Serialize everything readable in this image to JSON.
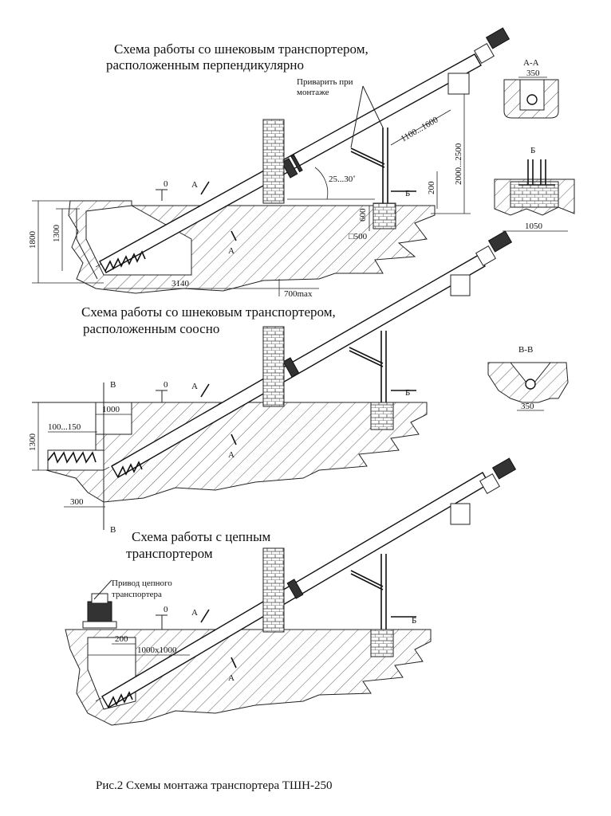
{
  "titles": {
    "scheme1_line1": "Схема работы со шнековым транспортером,",
    "scheme1_line2": "расположенным перпендикулярно",
    "scheme2_line1": "Схема работы со шнековым транспортером,",
    "scheme2_line2": "расположенным соосно",
    "scheme3_line1": "Схема работы с цепным",
    "scheme3_line2": "транспортером"
  },
  "notes": {
    "weld_line1": "Приварить при",
    "weld_line2": "монтаже",
    "drive_line1": "Привод цепного",
    "drive_line2": "транспортера"
  },
  "dimensions": {
    "d_1800": "1800",
    "d_1300": "1300",
    "d_3140": "3140",
    "d_700max": "700max",
    "d_600": "600",
    "d_500": "□500",
    "d_200": "200",
    "d_2000_2500": "2000...2500",
    "d_1100_1600": "1100...1600",
    "d_angle": "25...30˚",
    "d_350_aa": "350",
    "d_1050": "1050",
    "d_1300_b": "1300",
    "d_1000": "1000",
    "d_100_150": "100...150",
    "d_300": "300",
    "d_350_vv": "350",
    "d_200_c": "200",
    "d_1000x1000": "1000x1000"
  },
  "markers": {
    "zero": "0",
    "a": "А",
    "b": "Б",
    "v": "В"
  },
  "sections": {
    "aa": "А-А",
    "b": "Б",
    "vv": "В-В"
  },
  "caption": "Рис.2 Схемы монтажа транспортера ТШН-250"
}
